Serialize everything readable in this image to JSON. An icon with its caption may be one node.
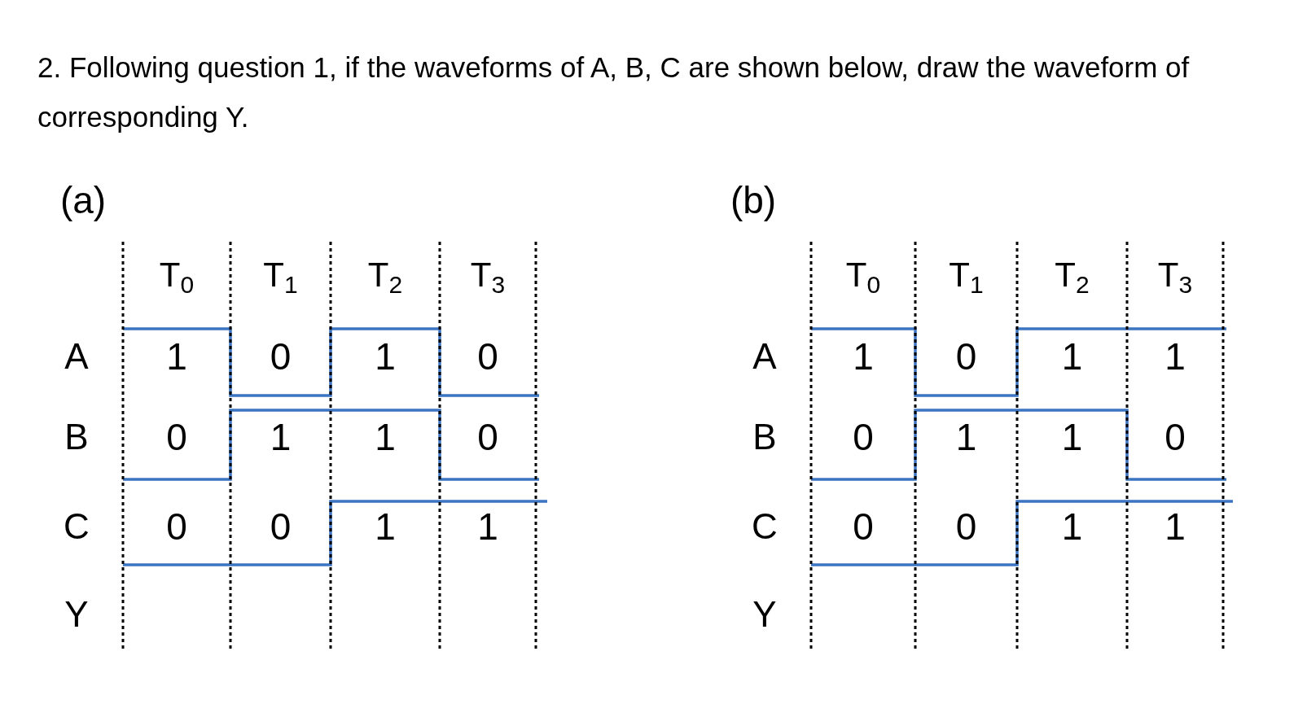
{
  "diagram": {
    "title": "2. Following question 1, if the waveforms of A, B, C are shown below, draw the waveform of corresponding Y.",
    "labels": [
      "(a)",
      "T$_{0}$",
      "T$_{1}$",
      "T$_{2}$",
      "T$_{3}$",
      "A",
      "1",
      "0",
      "1",
      "0",
      "B",
      "0",
      "1",
      "1",
      "0",
      "C",
      "0",
      "0",
      "1",
      "1",
      "Y",
      "(b)",
      "T$_{0}$",
      "T$_{1}$",
      "T$_{2}$",
      "T$_{3}$",
      "A",
      "1",
      "0",
      "1",
      "1",
      "B",
      "0",
      "1",
      "1",
      "0",
      "C",
      "0",
      "0",
      "1",
      "1",
      "Y"
    ]
  }
}
